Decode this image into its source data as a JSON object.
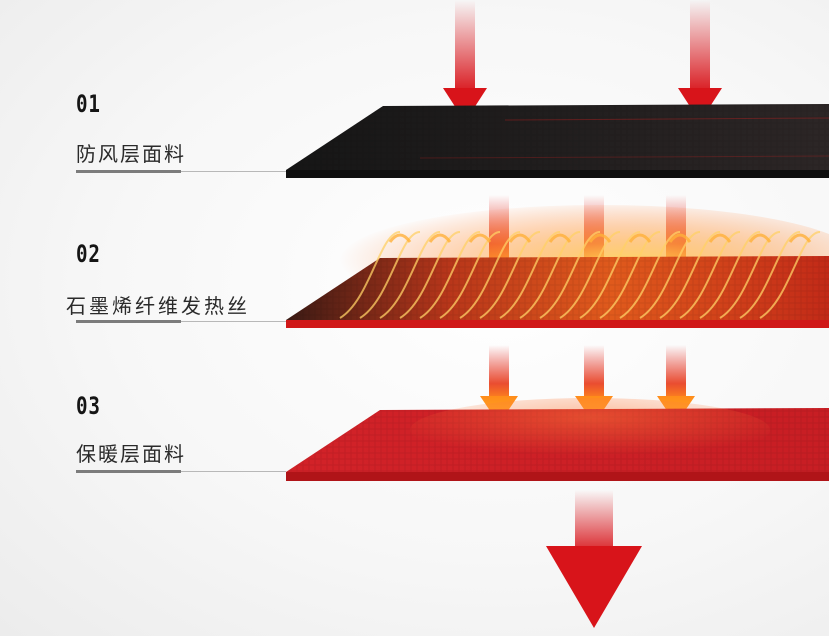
{
  "layers": [
    {
      "number": "01",
      "name": "防风层面料"
    },
    {
      "number": "02",
      "name": "石墨烯纤维发热丝"
    },
    {
      "number": "03",
      "name": "保暖层面料"
    }
  ],
  "colors": {
    "arrow": "#d8141a",
    "top_layer": "#1c1c1c",
    "mid_layer_glow": "#ff9a2a",
    "bottom_layer": "#d42428"
  },
  "icons": [
    "arrow-down-icon"
  ]
}
